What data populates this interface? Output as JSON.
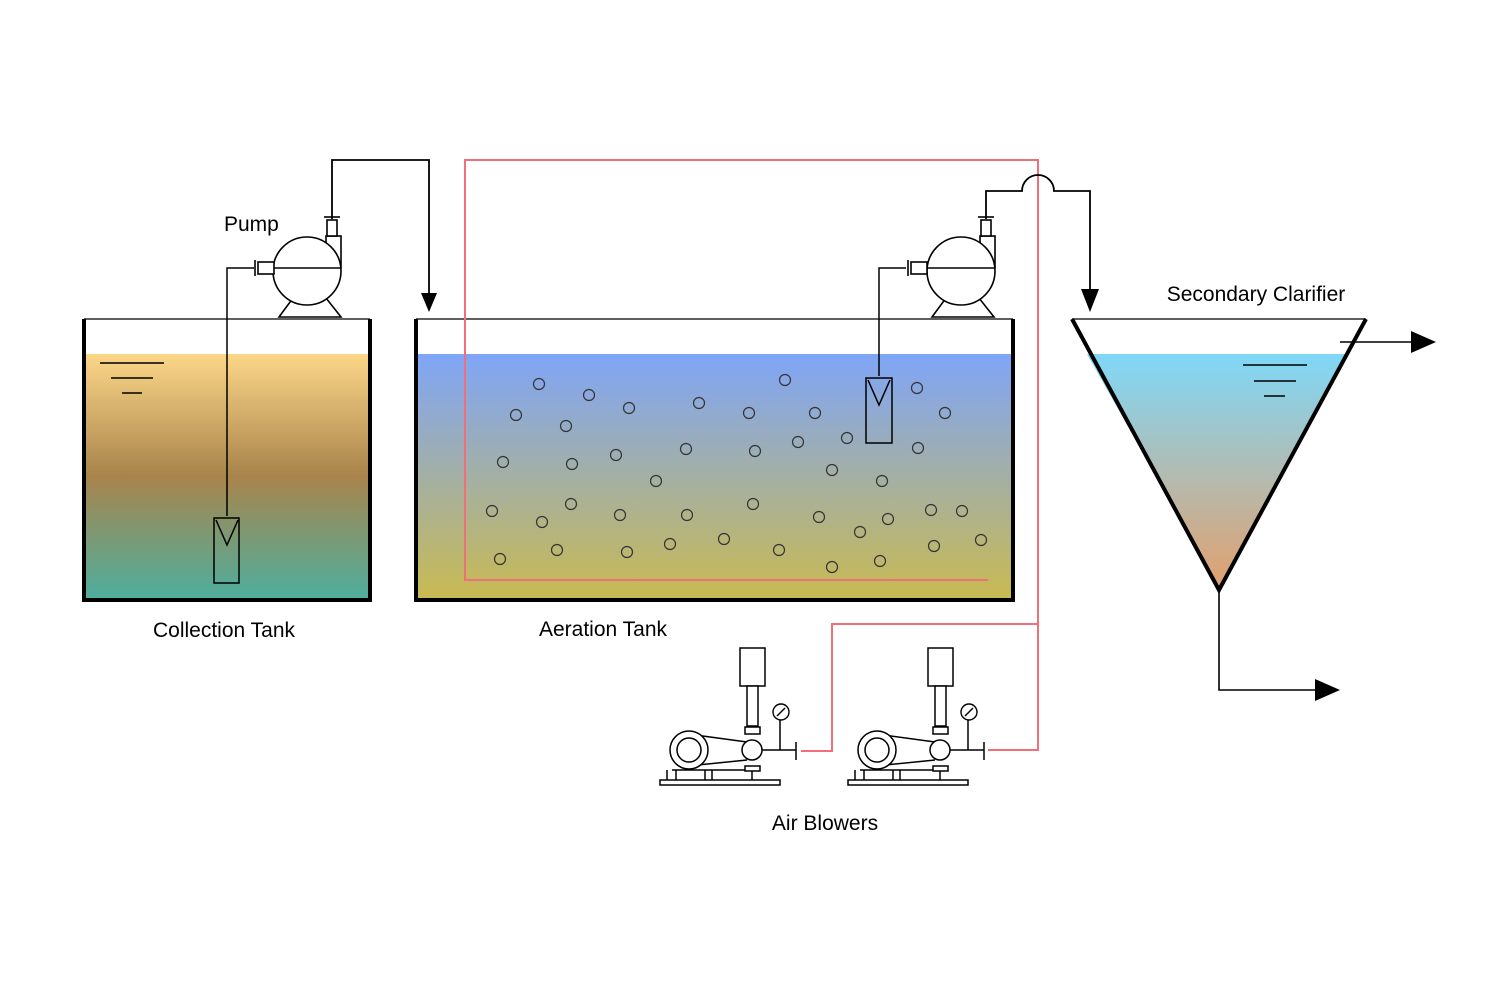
{
  "labels": {
    "pump": "Pump",
    "collection_tank": "Collection Tank",
    "aeration_tank": "Aeration Tank",
    "secondary_clarifier": "Secondary Clarifier",
    "air_blowers": "Air Blowers"
  },
  "colors": {
    "air_line": "#f0707a",
    "outline": "#000000",
    "collection_liquid_top": "#fcd788",
    "collection_liquid_mid": "#a9844c",
    "collection_liquid_bottom": "#4fae9e",
    "aeration_liquid_top": "#7fa5f8",
    "aeration_liquid_bottom": "#c8ba52",
    "clarifier_liquid_top": "#7fd8f8",
    "clarifier_liquid_bottom": "#e2a06e"
  },
  "icons": [
    "pump-icon",
    "submersible-inlet-icon",
    "air-blower-icon",
    "pressure-gauge-icon",
    "water-level-icon",
    "air-bubble-icon",
    "flow-arrow-icon"
  ]
}
